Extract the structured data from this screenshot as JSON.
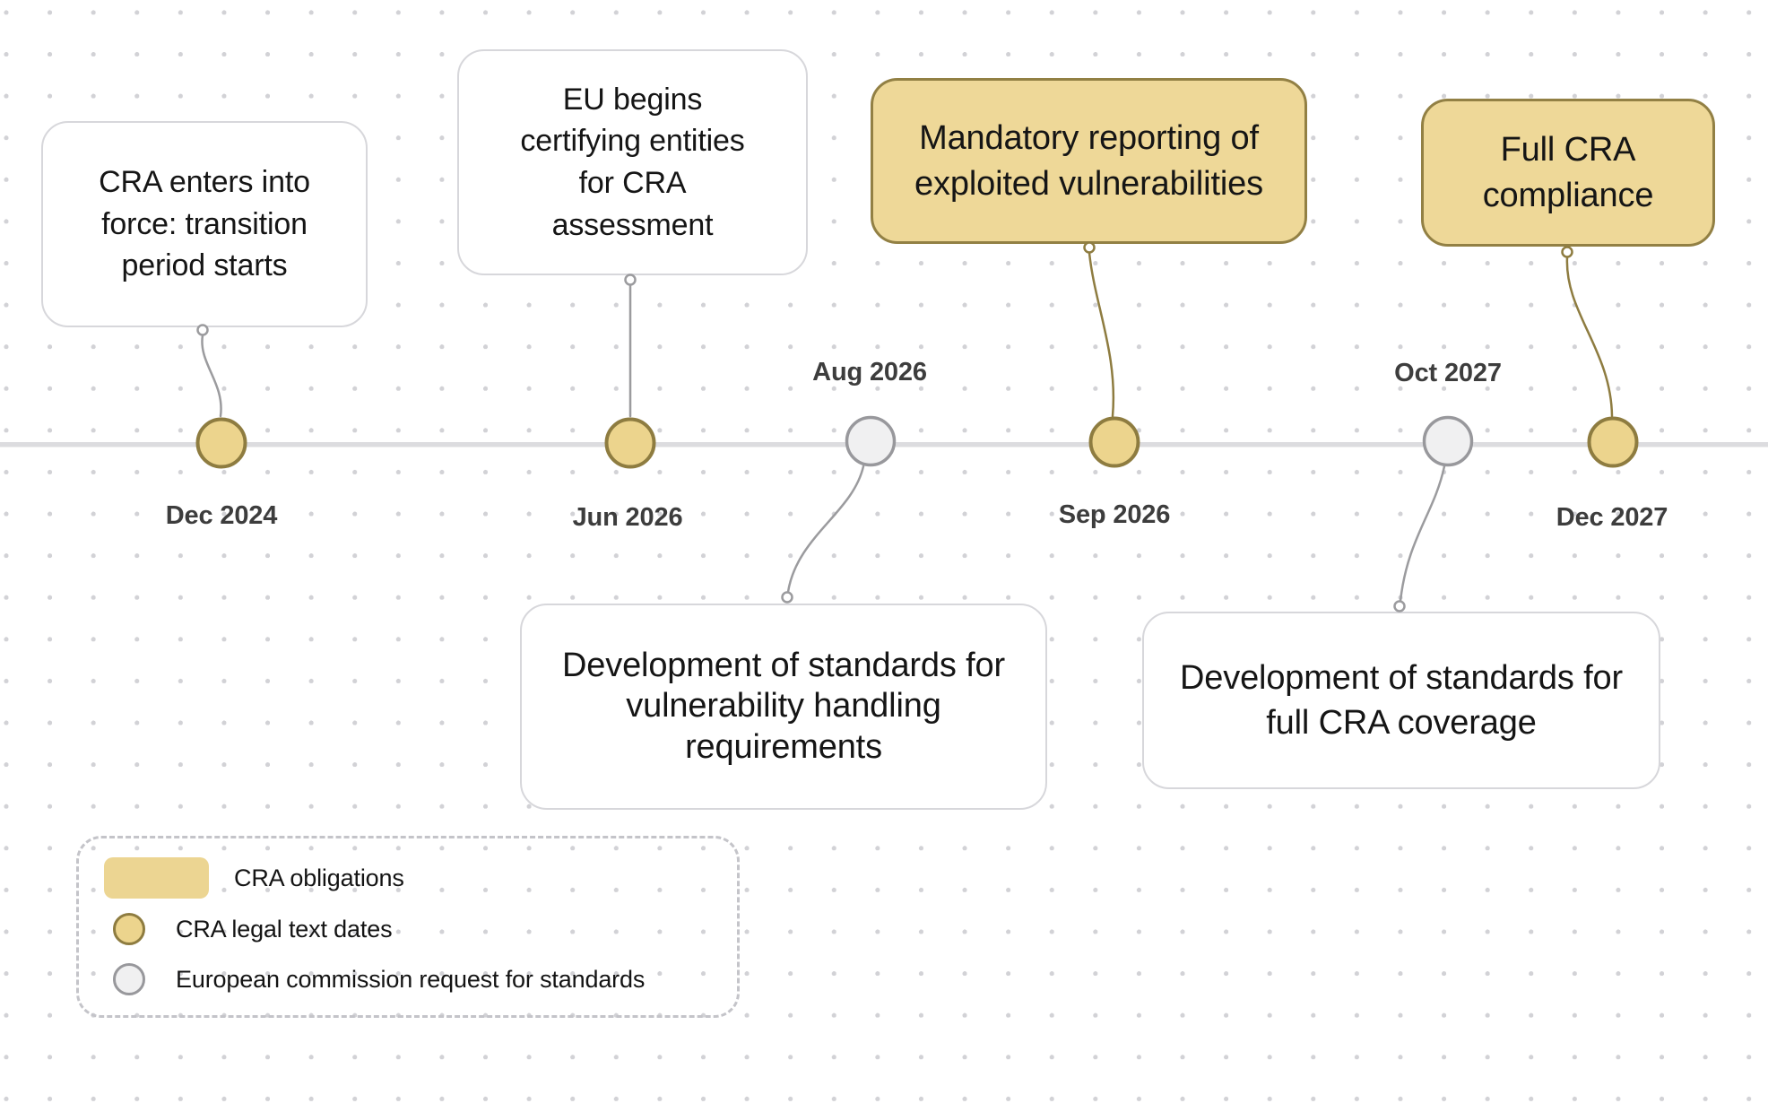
{
  "milestones": [
    {
      "date": "Dec 2024",
      "card": "CRA enters into\nforce: transition\nperiod starts",
      "category": "legal-date"
    },
    {
      "date": "Jun 2026",
      "card": "EU begins\ncertifying entities\nfor CRA\nassessment",
      "category": "legal-date"
    },
    {
      "date": "Aug 2026",
      "card": "Development of standards for\nvulnerability handling\nrequirements",
      "category": "standards-request"
    },
    {
      "date": "Sep 2026",
      "card": "Mandatory reporting of\nexploited vulnerabilities",
      "category": "cra-obligation"
    },
    {
      "date": "Oct 2027",
      "card": "Development of standards for\nfull CRA coverage",
      "category": "standards-request"
    },
    {
      "date": "Dec 2027",
      "card": "Full CRA\ncompliance",
      "category": "cra-obligation"
    }
  ],
  "legend": {
    "items": [
      {
        "label": "CRA obligations",
        "swatch": "yellow-rect"
      },
      {
        "label": "CRA legal text dates",
        "swatch": "yellow-circle"
      },
      {
        "label": "European commission request for standards",
        "swatch": "gray-circle"
      }
    ]
  },
  "colors": {
    "obligation_fill": "#eed898",
    "obligation_border": "#928044",
    "dot_yellow_fill": "#ecd48d",
    "dot_yellow_border": "#8e7c40",
    "dot_gray_fill": "#f0f0f1",
    "dot_gray_border": "#98989c",
    "timeline_line": "#dcdcdf",
    "connector_gray": "#9b9b9e",
    "connector_olive": "#8e7c40"
  }
}
